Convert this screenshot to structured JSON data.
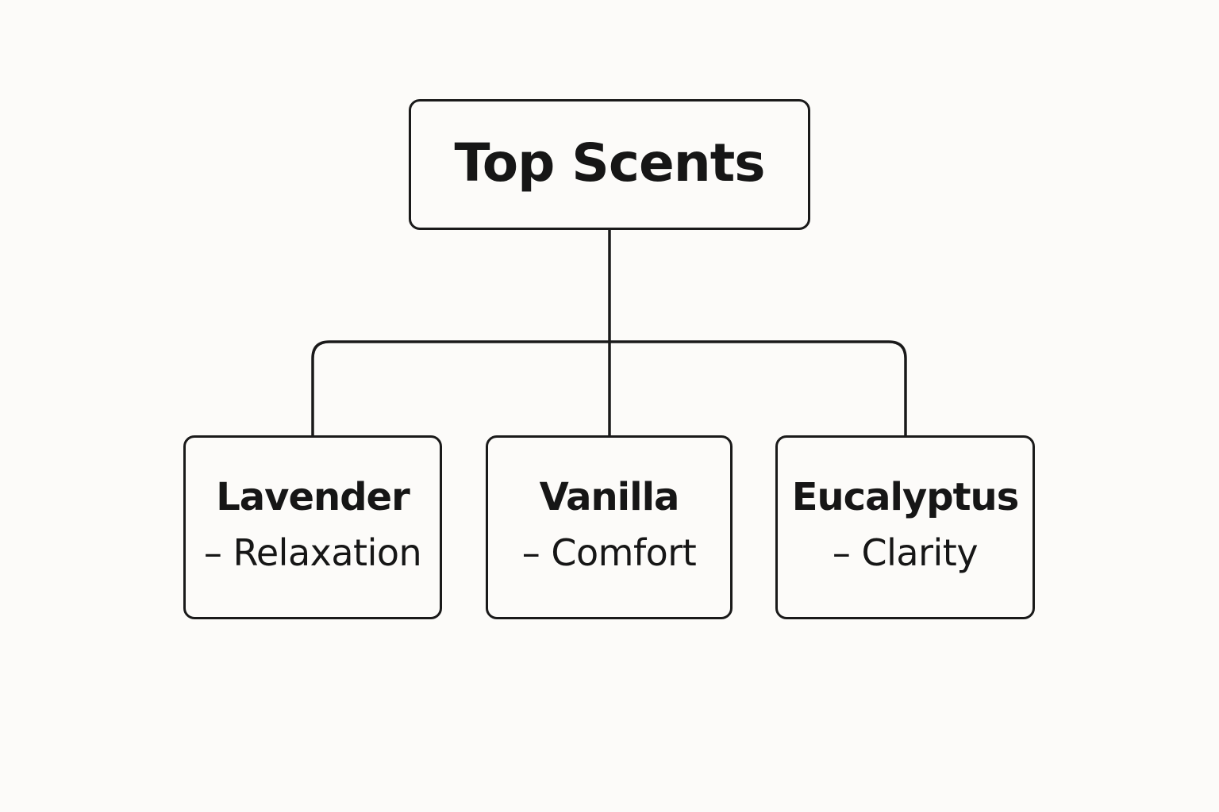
{
  "diagram": {
    "root": {
      "label": "Top Scents"
    },
    "children": [
      {
        "name": "Lavender",
        "description": "– Relaxation"
      },
      {
        "name": "Vanilla",
        "description": "– Comfort"
      },
      {
        "name": "Eucalyptus",
        "description": "– Clarity"
      }
    ],
    "colors": {
      "stroke": "#1a1a1a",
      "text": "#161616",
      "background": "#fcfbf9"
    }
  }
}
